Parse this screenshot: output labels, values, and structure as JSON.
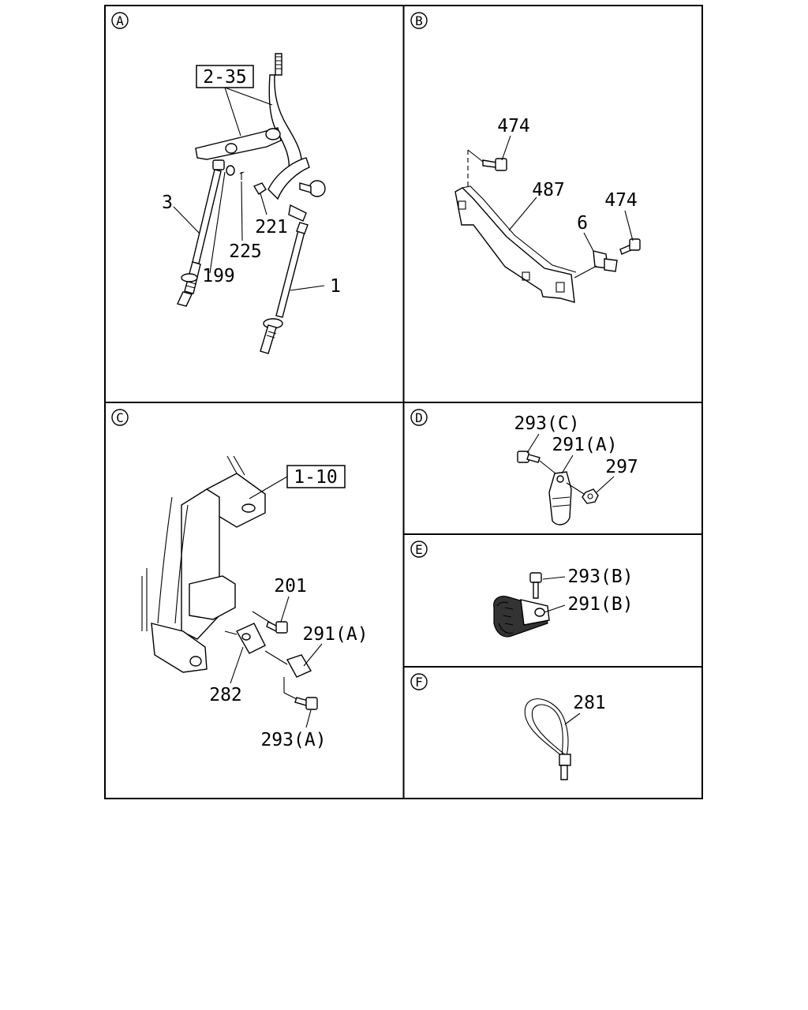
{
  "panels": {
    "A": {
      "letter": "A",
      "ref": "2-35",
      "callouts": [
        "3",
        "199",
        "225",
        "221",
        "1"
      ]
    },
    "B": {
      "letter": "B",
      "callouts": [
        "474",
        "487",
        "474",
        "6"
      ]
    },
    "C": {
      "letter": "C",
      "ref": "1-10",
      "callouts": [
        "201",
        "291(A)",
        "282",
        "293(A)"
      ]
    },
    "D": {
      "letter": "D",
      "callouts": [
        "293(C)",
        "291(A)",
        "297"
      ]
    },
    "E": {
      "letter": "E",
      "callouts": [
        "293(B)",
        "291(B)"
      ]
    },
    "F": {
      "letter": "F",
      "callouts": [
        "281"
      ]
    }
  }
}
